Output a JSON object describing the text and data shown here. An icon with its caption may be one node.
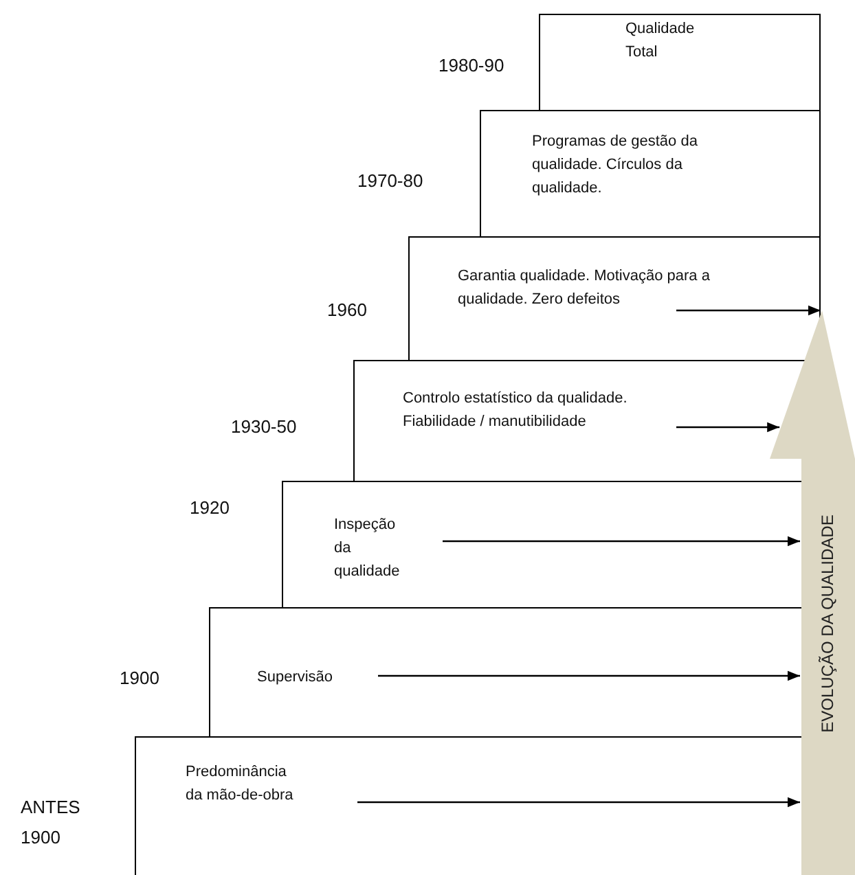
{
  "diagram": {
    "nodes": [
      {
        "text": [
          "Qualidade Total"
        ],
        "beside": [
          "1980-90"
        ]
      },
      {
        "text": [
          "Programas de gestão da qualidade. Círculos da qualidade."
        ],
        "beside": [
          "1970-80"
        ]
      },
      {
        "text": [
          "Garantia qualidade. Motivação para a qualidade. Zero defeitos"
        ],
        "beside": [
          "1960"
        ]
      },
      {
        "text": [
          "Controlo estatístico da qualidade. Fiabilidade / manutibilidade"
        ],
        "beside": [
          "1930-50"
        ]
      },
      {
        "text": [
          "Inspeção da qualidade"
        ],
        "beside": [
          "1920"
        ]
      },
      {
        "text": [
          "Supervisão"
        ],
        "beside": [
          "1900"
        ]
      },
      {
        "text": [
          "Predominância da mão-de-obra"
        ],
        "beside": [
          "ANTES 1900"
        ]
      },
      {
        "text": [
          "EVOLUÇÃO DA QUALIDADE"
        ]
      }
    ],
    "edges": [
      {
        "from": 2,
        "to": 7,
        "arrow": "to"
      },
      {
        "from": 3,
        "to": 7,
        "arrow": "to"
      },
      {
        "from": 4,
        "to": 7,
        "arrow": "to"
      },
      {
        "from": 5,
        "to": 7,
        "arrow": "to"
      },
      {
        "from": 6,
        "to": 7,
        "arrow": "to"
      }
    ]
  }
}
